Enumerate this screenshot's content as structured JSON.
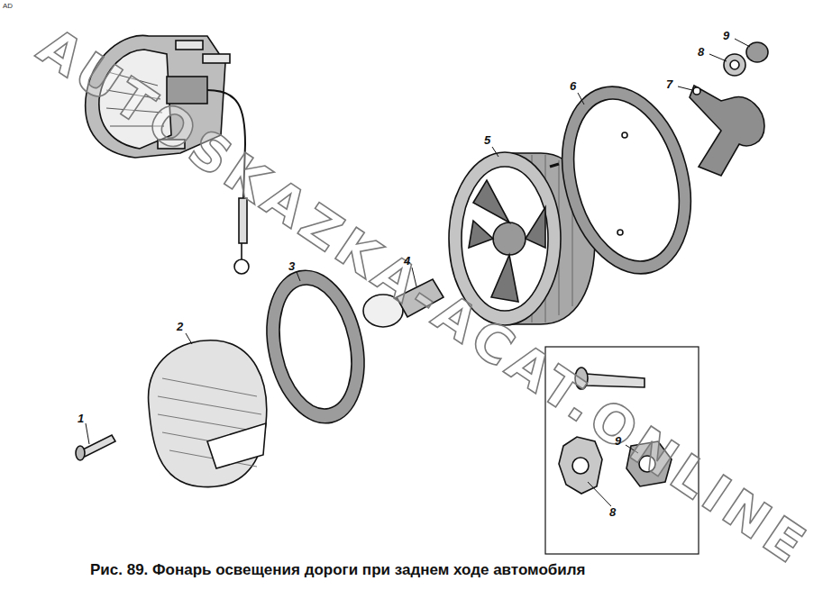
{
  "diagram": {
    "caption": "Рис. 89. Фонарь освещения дороги при заднем ходе автомобиля",
    "labels": [
      "AD",
      "AUTOSKAZKA-ACAT.ONLINE",
      "1",
      "2",
      "3",
      "4",
      "5",
      "6",
      "7",
      "8",
      "9",
      "8",
      "9"
    ]
  }
}
